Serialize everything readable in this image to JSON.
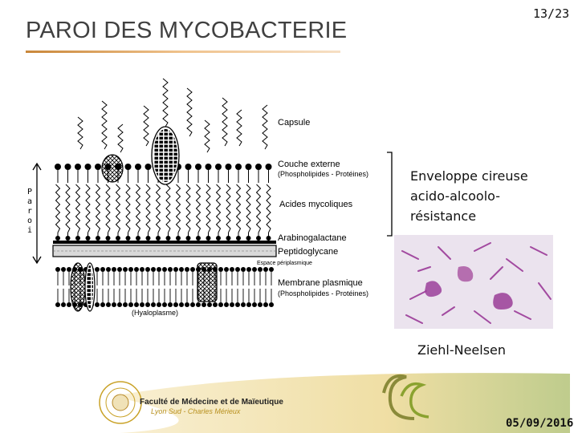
{
  "header": {
    "title": "PAROI DES MYCOBACTERIE",
    "page_number": "13/23"
  },
  "diagram": {
    "side_label": [
      "P",
      "a",
      "r",
      "o",
      "i"
    ],
    "labels": {
      "capsule": "Capsule",
      "outer_layer": "Couche externe",
      "outer_layer_sub": "(Phospholipides - Protéines)",
      "mycolic": "Acides mycoliques",
      "arabino": "Arabinogalactane",
      "peptido": "Peptidoglycane",
      "periplasm": "Espace périplasmique",
      "membrane": "Membrane plasmique",
      "membrane_sub": "(Phospholipides - Protéines)",
      "hyalo": "(Hyaloplasme)"
    }
  },
  "annotation": {
    "lines": [
      "Enveloppe cireuse",
      "acido-alcoolo-",
      "résistance"
    ]
  },
  "micrograph": {
    "caption": "Ziehl-Neelsen"
  },
  "footer": {
    "faculty_line1": "Faculté de Médecine et de Maïeutique",
    "faculty_line2": "Lyon Sud - Charles Mérieux",
    "date": "05/09/2016"
  },
  "colors": {
    "accent": "#c9873a",
    "stain": "#a24aa0",
    "footer_gold": "#c9a227",
    "footer_green": "#8aa22f"
  }
}
